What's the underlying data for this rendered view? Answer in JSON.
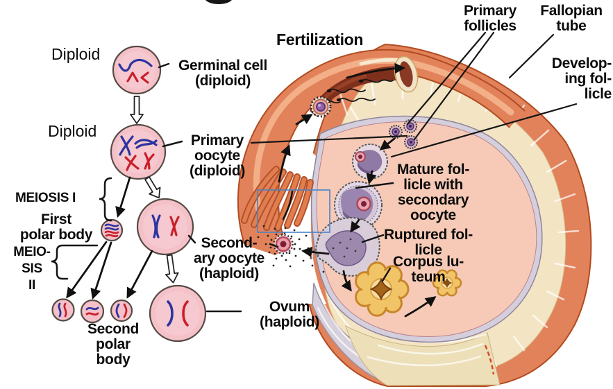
{
  "colors": {
    "chromosome_blue": "#2b35a0",
    "chromosome_red": "#c8202a",
    "cell_pink": "#f4c1c9",
    "tube_orange": "#e2825a",
    "ovary_pink": "#f6cab6",
    "fibrous_cream": "#f3e5c4",
    "follicle_purple": "#9a85b0",
    "corpus_luteum_yellow": "#f2c468",
    "highlight_box_blue": "#4a82c4"
  },
  "oogenesis": {
    "diploid_top": "Diploid",
    "diploid_bottom": "Diploid",
    "germinal_cell": "Germinal cell\n(diploid)",
    "primary_oocyte": "Primary\noocyte\n(diploid)",
    "meiosis_i": "MEIOSIS I",
    "first_polar_body": "First\npolar body",
    "meiosis_ii": "MEIO-\nSIS\nII",
    "second_polar_body": "Second\npolar\nbody",
    "secondary_oocyte": "Second-\nary oocyte\n(haploid)",
    "ovum": "Ovum\n(haploid)"
  },
  "ovary": {
    "fertilization": "Fertilization",
    "primary_follicles": "Primary\nfollicles",
    "fallopian_tube": "Fallopian\ntube",
    "developing_follicle": "Develop-\ning fol-\nlicle",
    "mature_follicle": "Mature fol-\nlicle with\nsecondary\noocyte",
    "ruptured_follicle": "Ruptured fol-\nlicle",
    "corpus_luteum": "Corpus lu-\nteum"
  }
}
